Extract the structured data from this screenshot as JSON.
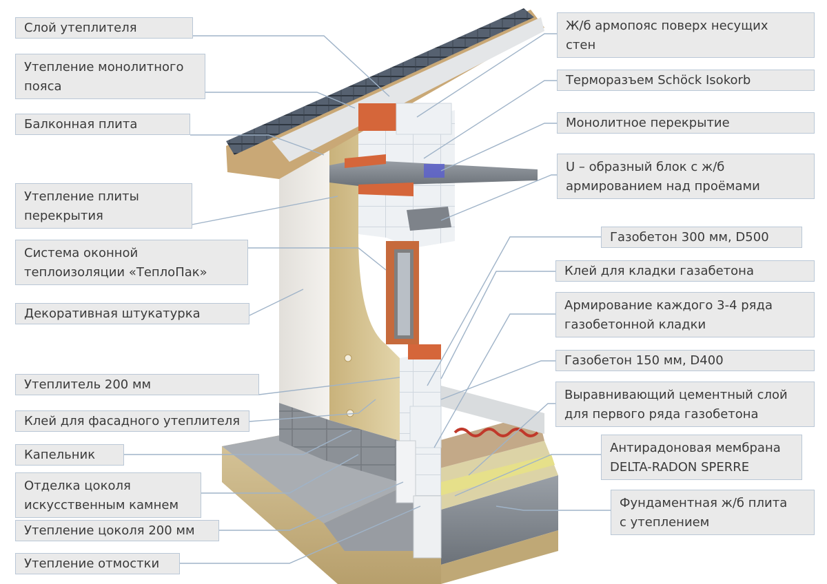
{
  "labels_left": [
    {
      "key": "sloy",
      "text": "Слой утеплителя"
    },
    {
      "key": "monopoyas",
      "line1": "Утепление монолитного",
      "line2": "пояса"
    },
    {
      "key": "balkon",
      "text": "Балконная плита"
    },
    {
      "key": "plita_perekr",
      "line1": "Утепление плиты",
      "line2": "перекрытия"
    },
    {
      "key": "teplopak",
      "line1": "Система оконной",
      "line2": "теплоизоляции «ТеплоПак»"
    },
    {
      "key": "shtukaturka",
      "text": "Декоративная штукатурка"
    },
    {
      "key": "uteplitel200",
      "text": "Утеплитель 200 мм"
    },
    {
      "key": "kley_fasad",
      "text": "Клей для фасадного утеплителя"
    },
    {
      "key": "kapelnik",
      "text": "Капельник"
    },
    {
      "key": "otdelka_cokol",
      "line1": "Отделка цоколя",
      "line2": "искусственным камнем"
    },
    {
      "key": "cokol200",
      "text": "Утепление цоколя 200 мм"
    },
    {
      "key": "otmostka",
      "text": "Утепление отмостки"
    }
  ],
  "labels_right": [
    {
      "key": "armopoyas",
      "line1": "Ж/б армопояс поверх несущих",
      "line2": "стен"
    },
    {
      "key": "isokorb",
      "text": "Терморазъем Schöck Isokorb"
    },
    {
      "key": "mono_perekr",
      "text": "Монолитное перекрытие"
    },
    {
      "key": "u_block",
      "line1": "U – образный блок с  ж/б",
      "line2": "армированием над проёмами"
    },
    {
      "key": "gazobeton300",
      "text": "Газобетон 300 мм, D500"
    },
    {
      "key": "kley_gazo",
      "text": "Клей для кладки газабетона"
    },
    {
      "key": "armirovanie",
      "line1": "Армирование каждого 3-4 ряда",
      "line2": "газобетонной кладки"
    },
    {
      "key": "gazobeton150",
      "text": "Газобетон 150 мм, D400"
    },
    {
      "key": "cement",
      "line1": "Выравнивающий цементный слой",
      "line2": "для первого ряда газобетона"
    },
    {
      "key": "radon",
      "line1": "Антирадоновая мембрана",
      "line2": "DELTA-RADON SPERRE"
    },
    {
      "key": "fundament",
      "line1": "Фундаментная ж/б плита",
      "line2": "с утеплением"
    }
  ],
  "colors": {
    "label_bg": "#eaeaea",
    "label_border": "#b9c7d6",
    "leader": "#9fb3c8",
    "plaster": "#ece9e4",
    "mineral_wool": "#d6c69a",
    "aerated_block": "#eef1f4",
    "concrete": "#8a8f96",
    "brick_red": "#d5663a",
    "roof_tiles": "#4b5664",
    "soil": "#c9b688"
  }
}
